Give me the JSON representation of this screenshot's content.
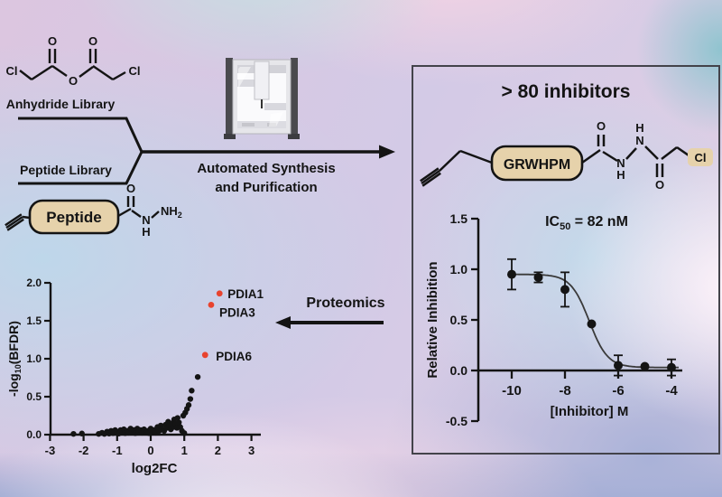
{
  "colors": {
    "ink": "#141414",
    "accent_red": "#e8432e",
    "tan_box": "#e6d2ab",
    "panel_border": "#43434a",
    "curve": "#3a3a3a"
  },
  "scheme": {
    "anhydride_library_label": "Anhydride Library",
    "peptide_library_label": "Peptide Library",
    "automated_line1": "Automated Synthesis",
    "automated_line2": "and Purification",
    "proteomics_label": "Proteomics",
    "peptide_box_label": "Peptide",
    "atoms": {
      "cl": "Cl",
      "o": "O",
      "n": "N",
      "h": "H",
      "nh": "NH",
      "sub2": "2"
    }
  },
  "inhibitor_panel": {
    "title": "> 80 inhibitors",
    "peptide_box_label": "GRWHPM",
    "atoms": {
      "o": "O",
      "n": "N",
      "h": "H",
      "cl": "Cl"
    }
  },
  "chart_data": [
    {
      "type": "scatter",
      "name": "dose-response",
      "title_parts": {
        "pre": "IC",
        "sub": "50",
        "post": " = 82 nM"
      },
      "xlabel": "[Inhibitor] M",
      "ylabel": "Relative Inhibition",
      "xticks": [
        -10,
        -8,
        -6,
        -4
      ],
      "yticks": [
        -0.5,
        0.0,
        0.5,
        1.0,
        1.5
      ],
      "xlim": [
        -10.7,
        -3.6
      ],
      "ylim": [
        -0.5,
        1.5
      ],
      "grid": false,
      "points": [
        {
          "x": -10,
          "y": 0.95,
          "err": 0.15
        },
        {
          "x": -9,
          "y": 0.92,
          "err": 0.05
        },
        {
          "x": -8,
          "y": 0.8,
          "err": 0.17
        },
        {
          "x": -7,
          "y": 0.46,
          "err": 0.0
        },
        {
          "x": -6,
          "y": 0.05,
          "err": 0.1
        },
        {
          "x": -5,
          "y": 0.04,
          "err": 0.0
        },
        {
          "x": -4,
          "y": 0.03,
          "err": 0.08
        }
      ],
      "fit": {
        "top": 0.95,
        "bottom": 0.03,
        "logIC50": -7.09,
        "hill": 1.25
      }
    },
    {
      "type": "scatter",
      "name": "volcano",
      "xlabel": "log2FC",
      "ylabel_parts": {
        "pre": "-log",
        "sub": "10",
        "post": "(BFDR)"
      },
      "xticks": [
        -3,
        -2,
        -1,
        0,
        1,
        2,
        3
      ],
      "yticks": [
        0.0,
        0.5,
        1.0,
        1.5,
        2.0
      ],
      "xlim": [
        -3.3,
        3.3
      ],
      "ylim": [
        0,
        2.05
      ],
      "grid": false,
      "highlighted": [
        {
          "x": 2.05,
          "y": 1.86,
          "label": "PDIA1"
        },
        {
          "x": 1.8,
          "y": 1.71,
          "label": "PDIA3"
        },
        {
          "x": 1.62,
          "y": 1.05,
          "label": "PDIA6"
        }
      ],
      "points": [
        [
          -2.3,
          0.01
        ],
        [
          -2.05,
          0.015
        ],
        [
          -1.55,
          0.01
        ],
        [
          -1.45,
          0.025
        ],
        [
          -1.38,
          0.01
        ],
        [
          -1.3,
          0.04
        ],
        [
          -1.24,
          0.015
        ],
        [
          -1.18,
          0.05
        ],
        [
          -1.12,
          0.02
        ],
        [
          -1.06,
          0.06
        ],
        [
          -1.0,
          0.03
        ],
        [
          -0.95,
          0.015
        ],
        [
          -0.9,
          0.06
        ],
        [
          -0.85,
          0.03
        ],
        [
          -0.8,
          0.07
        ],
        [
          -0.76,
          0.02
        ],
        [
          -0.7,
          0.05
        ],
        [
          -0.65,
          0.025
        ],
        [
          -0.6,
          0.08
        ],
        [
          -0.55,
          0.04
        ],
        [
          -0.5,
          0.06
        ],
        [
          -0.46,
          0.02
        ],
        [
          -0.4,
          0.08
        ],
        [
          -0.36,
          0.04
        ],
        [
          -0.3,
          0.06
        ],
        [
          -0.26,
          0.025
        ],
        [
          -0.2,
          0.07
        ],
        [
          -0.15,
          0.03
        ],
        [
          -0.1,
          0.05
        ],
        [
          -0.05,
          0.02
        ],
        [
          0.0,
          0.08
        ],
        [
          0.04,
          0.04
        ],
        [
          0.1,
          0.06
        ],
        [
          0.15,
          0.025
        ],
        [
          0.2,
          0.1
        ],
        [
          0.25,
          0.05
        ],
        [
          0.3,
          0.12
        ],
        [
          0.34,
          0.07
        ],
        [
          0.4,
          0.05
        ],
        [
          0.44,
          0.13
        ],
        [
          0.48,
          0.09
        ],
        [
          0.52,
          0.17
        ],
        [
          0.56,
          0.12
        ],
        [
          0.6,
          0.07
        ],
        [
          0.63,
          0.15
        ],
        [
          0.67,
          0.1
        ],
        [
          0.7,
          0.2
        ],
        [
          0.74,
          0.14
        ],
        [
          0.78,
          0.09
        ],
        [
          0.8,
          0.22
        ],
        [
          0.84,
          0.16
        ],
        [
          0.88,
          0.1
        ],
        [
          0.93,
          0.05
        ],
        [
          0.97,
          0.25
        ],
        [
          1.0,
          0.02
        ],
        [
          1.03,
          0.29
        ],
        [
          1.08,
          0.34
        ],
        [
          1.13,
          0.39
        ],
        [
          1.18,
          0.47
        ],
        [
          1.22,
          0.58
        ],
        [
          1.4,
          0.76
        ]
      ]
    }
  ]
}
